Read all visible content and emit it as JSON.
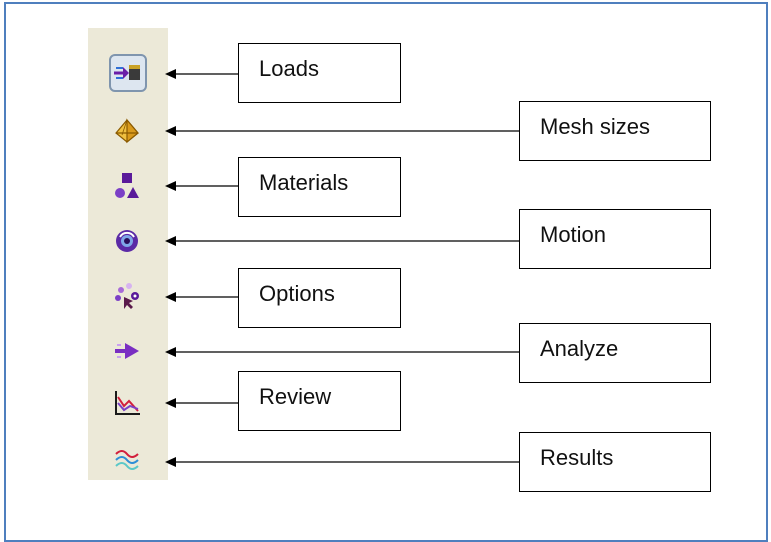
{
  "toolbar": {
    "items": [
      {
        "label": "Loads",
        "icon": "loads-icon",
        "selected": true
      },
      {
        "label": "Mesh sizes",
        "icon": "mesh-sizes-icon",
        "selected": false
      },
      {
        "label": "Materials",
        "icon": "materials-icon",
        "selected": false
      },
      {
        "label": "Motion",
        "icon": "motion-icon",
        "selected": false
      },
      {
        "label": "Options",
        "icon": "options-icon",
        "selected": false
      },
      {
        "label": "Analyze",
        "icon": "analyze-icon",
        "selected": false
      },
      {
        "label": "Review",
        "icon": "review-icon",
        "selected": false
      },
      {
        "label": "Results",
        "icon": "results-icon",
        "selected": false
      }
    ]
  },
  "colors": {
    "frame_border": "#4f7fbe",
    "toolbar_bg": "#ece9d8",
    "icon_purple": "#6b1fa8",
    "icon_gold": "#d9a521",
    "arrow": "#000000"
  }
}
